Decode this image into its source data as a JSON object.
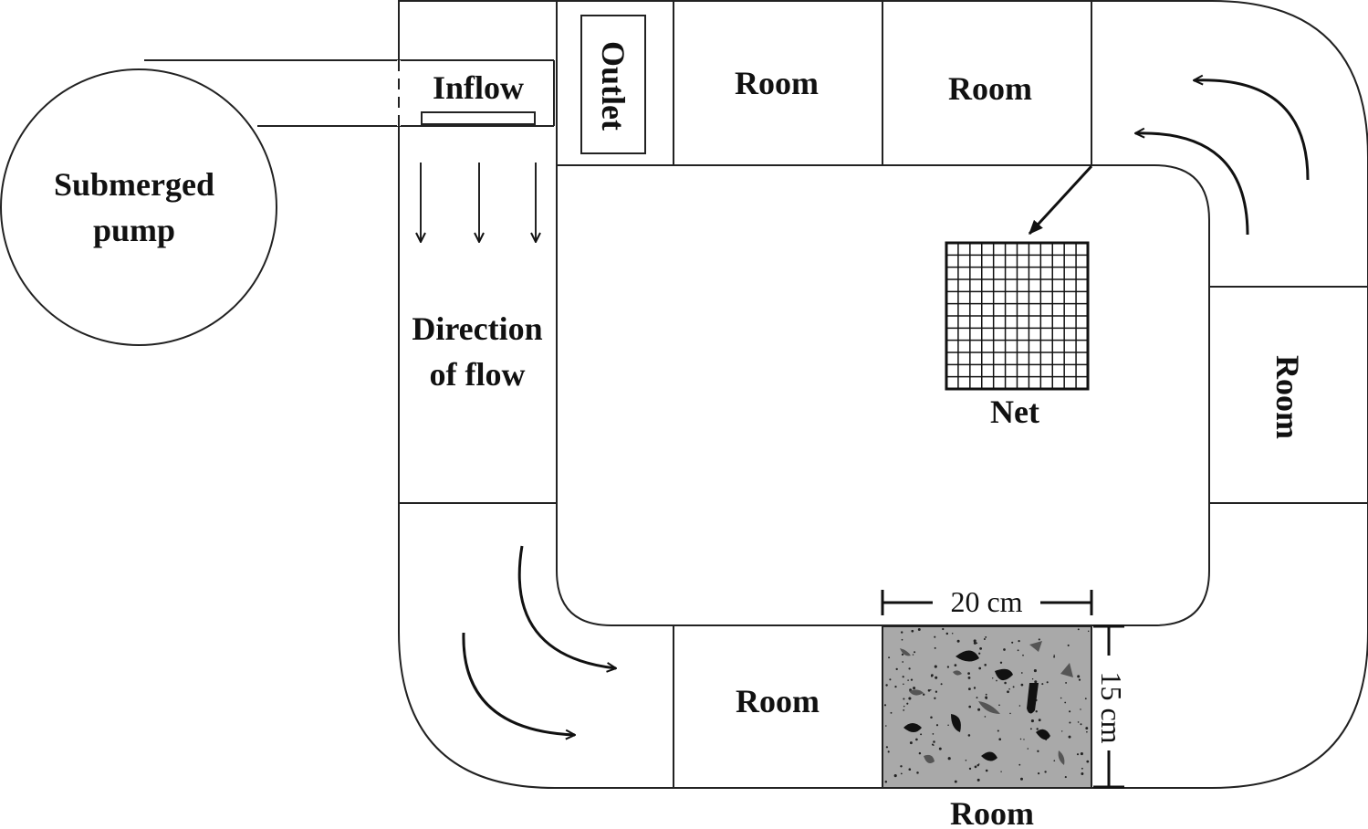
{
  "labels": {
    "pump": [
      "Submerged",
      "pump"
    ],
    "inflow": "Inflow",
    "outlet": "Outlet",
    "direction": [
      "Direction",
      "of flow"
    ],
    "net": "Net",
    "room_top_1": "Room",
    "room_top_2": "Room",
    "room_right": "Room",
    "room_bottom_1": "Room",
    "room_bottom_2": "Room",
    "width_dim": "20 cm",
    "height_dim": "15 cm"
  },
  "colors": {
    "line": "#222222",
    "substrate": "#a9a9a9",
    "stone_dark": "#111111",
    "stone_mid": "#666666"
  }
}
